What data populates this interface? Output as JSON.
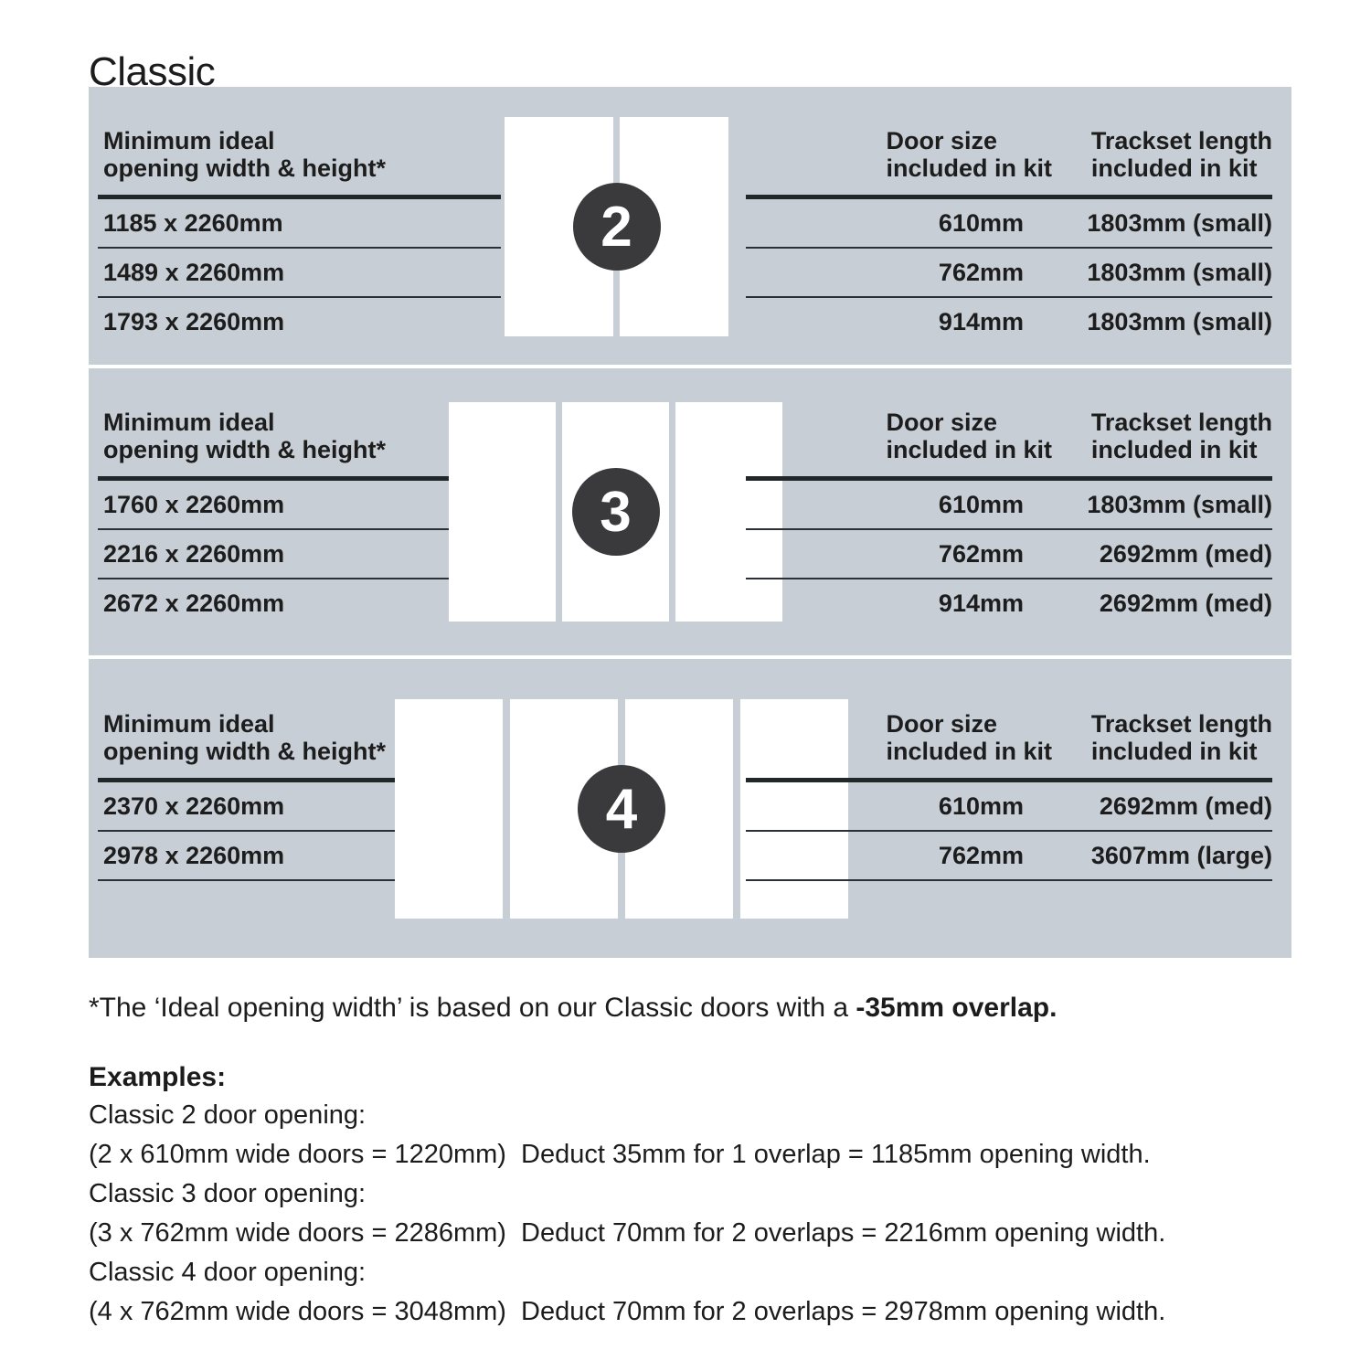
{
  "title": "Classic",
  "columns": {
    "left_header": [
      "Minimum ideal",
      "opening width & height*"
    ],
    "door_header": [
      "Door size",
      "included in kit"
    ],
    "track_header": [
      "Trackset length",
      "included in kit"
    ]
  },
  "panels": [
    {
      "badge": "2",
      "openings": [
        "1185 x 2260mm",
        "1489 x 2260mm",
        "1793 x 2260mm"
      ],
      "kits": [
        {
          "door": "610mm",
          "track": "1803mm (small)"
        },
        {
          "door": "762mm",
          "track": "1803mm (small)"
        },
        {
          "door": "914mm",
          "track": "1803mm (small)"
        }
      ]
    },
    {
      "badge": "3",
      "openings": [
        "1760 x 2260mm",
        "2216 x 2260mm",
        "2672 x 2260mm"
      ],
      "kits": [
        {
          "door": "610mm",
          "track": "1803mm (small)"
        },
        {
          "door": "762mm",
          "track": "2692mm (med)"
        },
        {
          "door": "914mm",
          "track": "2692mm (med)"
        }
      ]
    },
    {
      "badge": "4",
      "openings": [
        "2370 x 2260mm",
        "2978 x 2260mm"
      ],
      "kits": [
        {
          "door": "610mm",
          "track": "2692mm (med)"
        },
        {
          "door": "762mm",
          "track": "3607mm (large)"
        }
      ]
    }
  ],
  "footnote": {
    "text": "*The ‘Ideal opening width’ is based on our Classic doors with a ",
    "bold": "-35mm overlap."
  },
  "examples": {
    "heading": "Examples:",
    "items": [
      {
        "label": "Classic 2 door opening:",
        "detail": "(2 x 610mm wide doors = 1220mm)  Deduct 35mm for 1 overlap = 1185mm opening width."
      },
      {
        "label": "Classic 3 door opening:",
        "detail": "(3 x 762mm wide doors = 2286mm)  Deduct 70mm for 2 overlaps = 2216mm opening width."
      },
      {
        "label": "Classic 4 door opening:",
        "detail": "(4 x 762mm wide doors = 3048mm)  Deduct 70mm for 2 overlaps = 2978mm opening width."
      }
    ]
  },
  "colors": {
    "panel_bg": "#c7ced5",
    "badge_bg": "#3a3a3c",
    "rule_dark": "#22272a",
    "rule_thin": "#2b3137",
    "text": "#1d1d1d"
  }
}
